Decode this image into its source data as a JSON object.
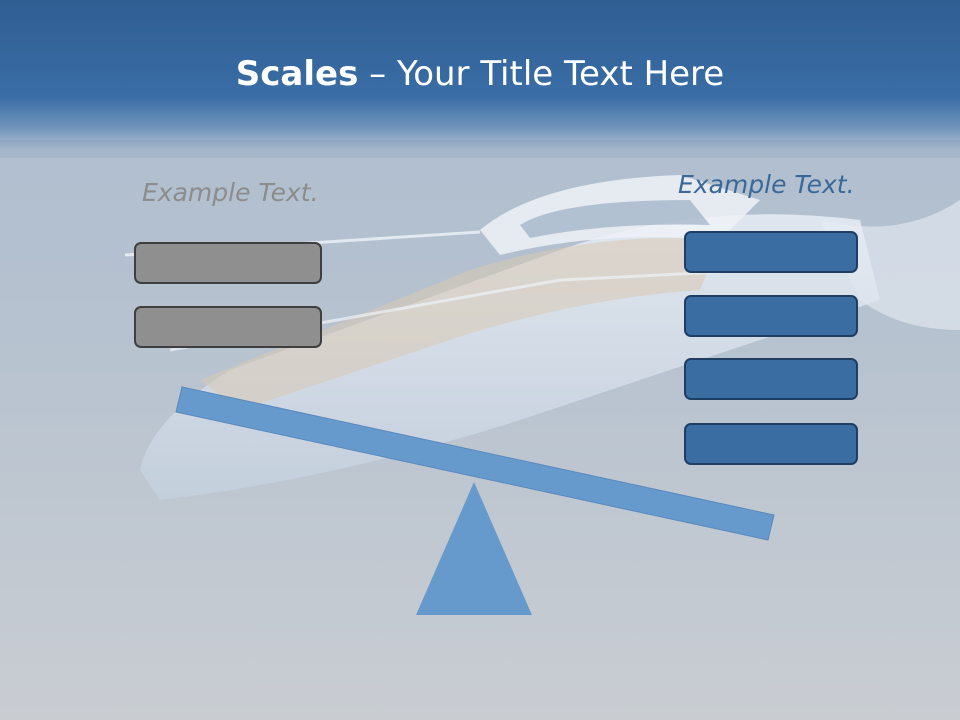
{
  "slide": {
    "title_bold": "Scales",
    "title_rest": " – Your Title Text Here",
    "left_label": "Example Text.",
    "right_label": "Example Text."
  },
  "colors": {
    "title_band": "#2f5e92",
    "beam": "#6699cc",
    "gray_box": "#8f8f8f",
    "blue_box": "#3a6da2",
    "left_label": "#8c8c8c",
    "right_label": "#3a6898"
  },
  "icons": {
    "background": "yacht-photo"
  }
}
